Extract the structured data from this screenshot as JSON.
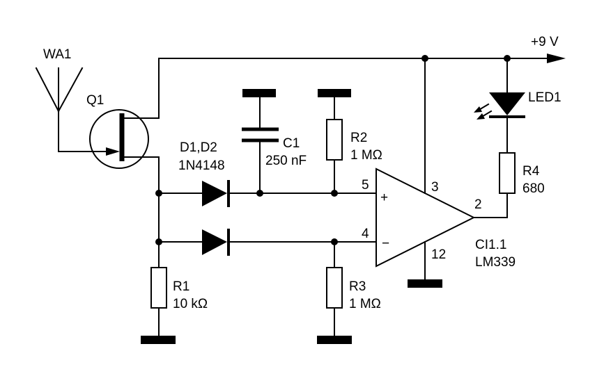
{
  "labels": {
    "supply": "+9 V",
    "antenna": "WA1",
    "transistor": "Q1",
    "diodes_ref": "D1,D2",
    "diodes_part": "1N4148",
    "c1_ref": "C1",
    "c1_value": "250 nF",
    "r2_ref": "R2",
    "r2_value": "1 MΩ",
    "r1_ref": "R1",
    "r1_value": "10 kΩ",
    "r3_ref": "R3",
    "r3_value": "1 MΩ",
    "r4_ref": "R4",
    "r4_value": "680",
    "led_ref": "LED1",
    "ic_ref": "CI1.1",
    "ic_part": "LM339",
    "pin5": "5",
    "pin4": "4",
    "pin3": "3",
    "pin2": "2",
    "pin12": "12",
    "plus_sign": "+",
    "minus_sign": "−"
  }
}
